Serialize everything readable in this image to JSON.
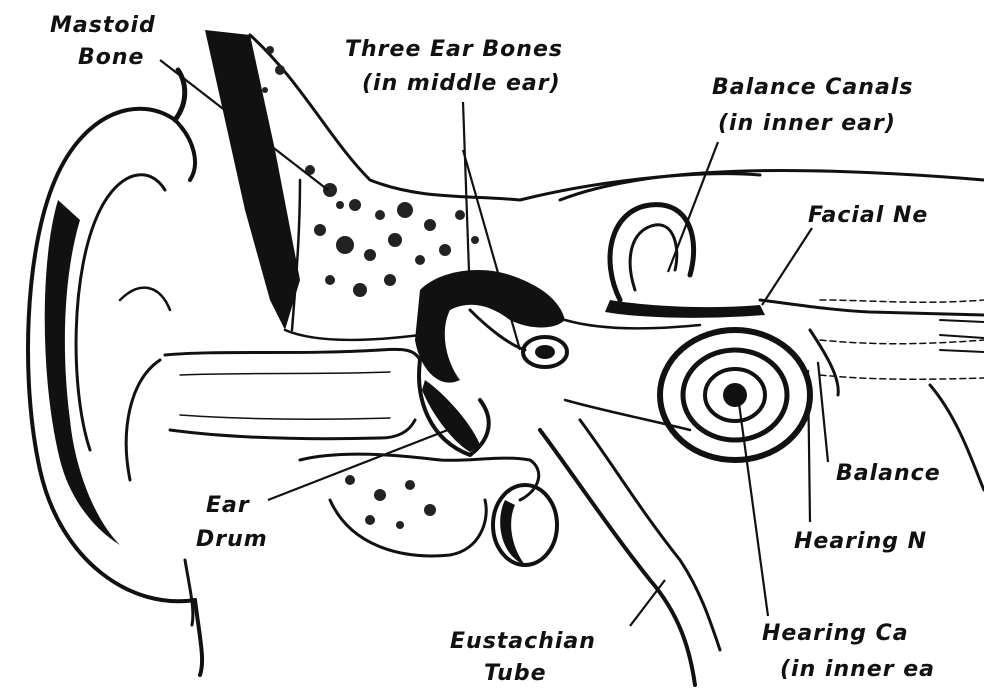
{
  "labels": {
    "mastoid_bone_1": "Mastoid",
    "mastoid_bone_2": "Bone",
    "three_ear_bones_1": "Three Ear Bones",
    "three_ear_bones_2": "(in middle ear)",
    "balance_canals_1": "Balance Canals",
    "balance_canals_2": "(in inner ear)",
    "facial_nerve": "Facial Ne",
    "balance_nerve": "Balance",
    "hearing_nerve": "Hearing N",
    "ear_drum_1": "Ear",
    "ear_drum_2": "Drum",
    "eustachian_tube_1": "Eustachian",
    "eustachian_tube_2": "Tube",
    "hearing_canal_1": "Hearing Ca",
    "hearing_canal_2": "(in inner ea"
  }
}
